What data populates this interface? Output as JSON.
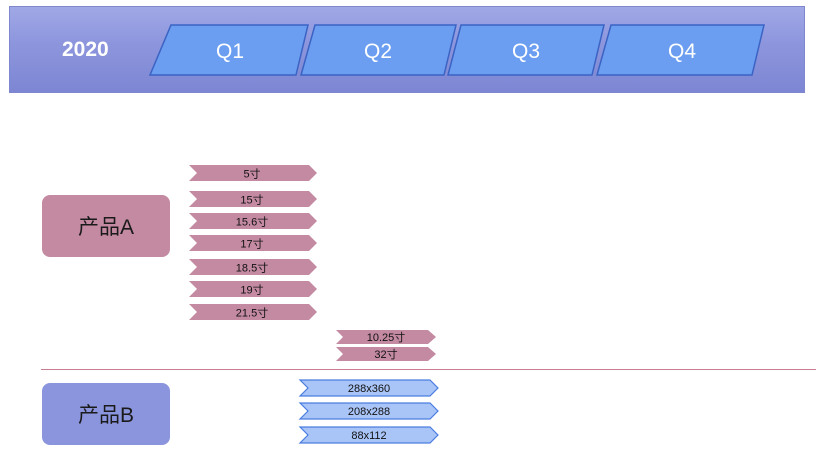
{
  "header": {
    "year": "2020",
    "quarters": [
      "Q1",
      "Q2",
      "Q3",
      "Q4"
    ]
  },
  "products": [
    {
      "label": "产品A"
    },
    {
      "label": "产品B"
    }
  ],
  "tags": {
    "product_a_q1": [
      "5寸",
      "15寸",
      "15.6寸",
      "17寸",
      "18.5寸",
      "19寸",
      "21.5寸"
    ],
    "product_a_q2": [
      "10.25寸",
      "32寸"
    ],
    "product_b_q2": [
      "288x360",
      "208x288",
      "88x112"
    ]
  },
  "colors": {
    "header_bg": "#8c95dc",
    "quarter_fill": "#6b9ef0",
    "quarter_stroke": "#3b63c4",
    "product_a": "#c48aa2",
    "product_b": "#8b95dd",
    "tag_a_fill": "#c48aa2",
    "tag_b_fill": "#a9c4f7",
    "tag_b_stroke": "#4a7de0",
    "divider": "#c87d92"
  }
}
